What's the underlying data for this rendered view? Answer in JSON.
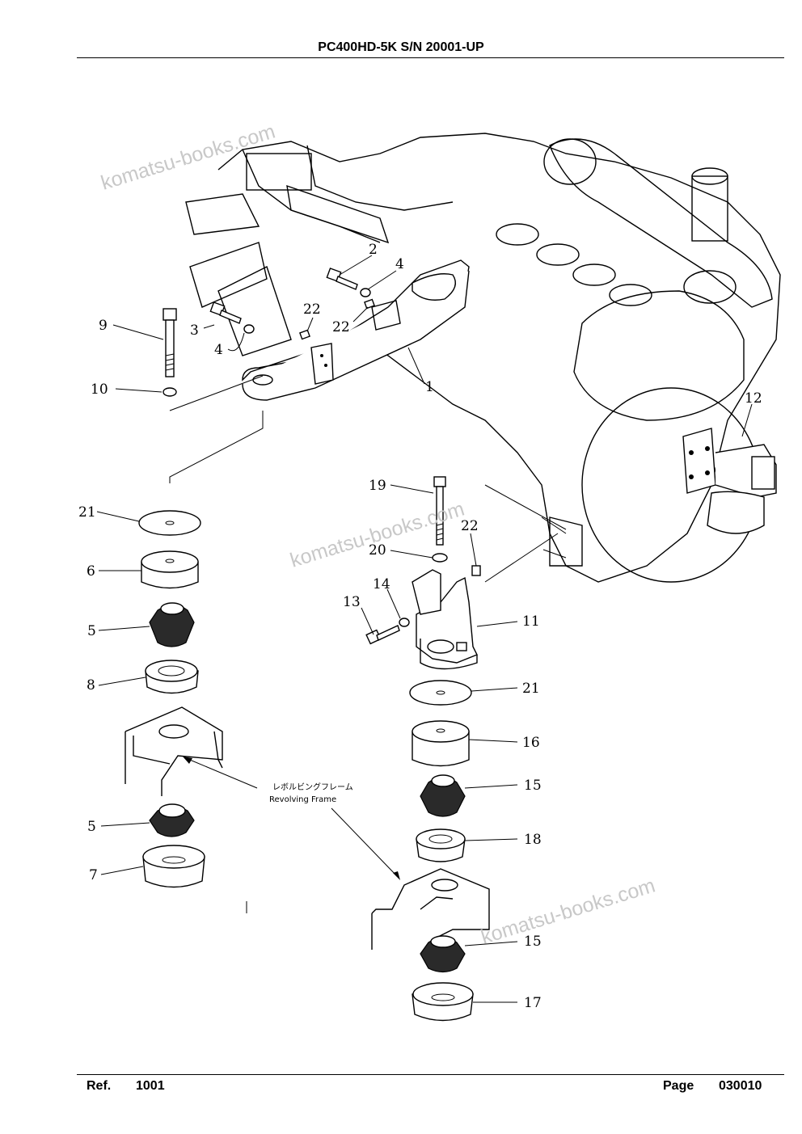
{
  "header": {
    "title": "PC400HD-5K S/N 20001-UP"
  },
  "footer": {
    "ref_label": "Ref.",
    "ref_value": "1001",
    "page_label": "Page",
    "page_value": "030010"
  },
  "watermark": {
    "text": "komatsu-books.com"
  },
  "frame_label": {
    "japanese": "レボルビングフレーム",
    "english": "Revolving  Frame"
  },
  "callouts": [
    "1",
    "2",
    "3",
    "4",
    "4",
    "5",
    "5",
    "6",
    "7",
    "8",
    "9",
    "10",
    "11",
    "12",
    "13",
    "14",
    "15",
    "15",
    "16",
    "17",
    "18",
    "19",
    "20",
    "21",
    "21",
    "22",
    "22",
    "22"
  ]
}
